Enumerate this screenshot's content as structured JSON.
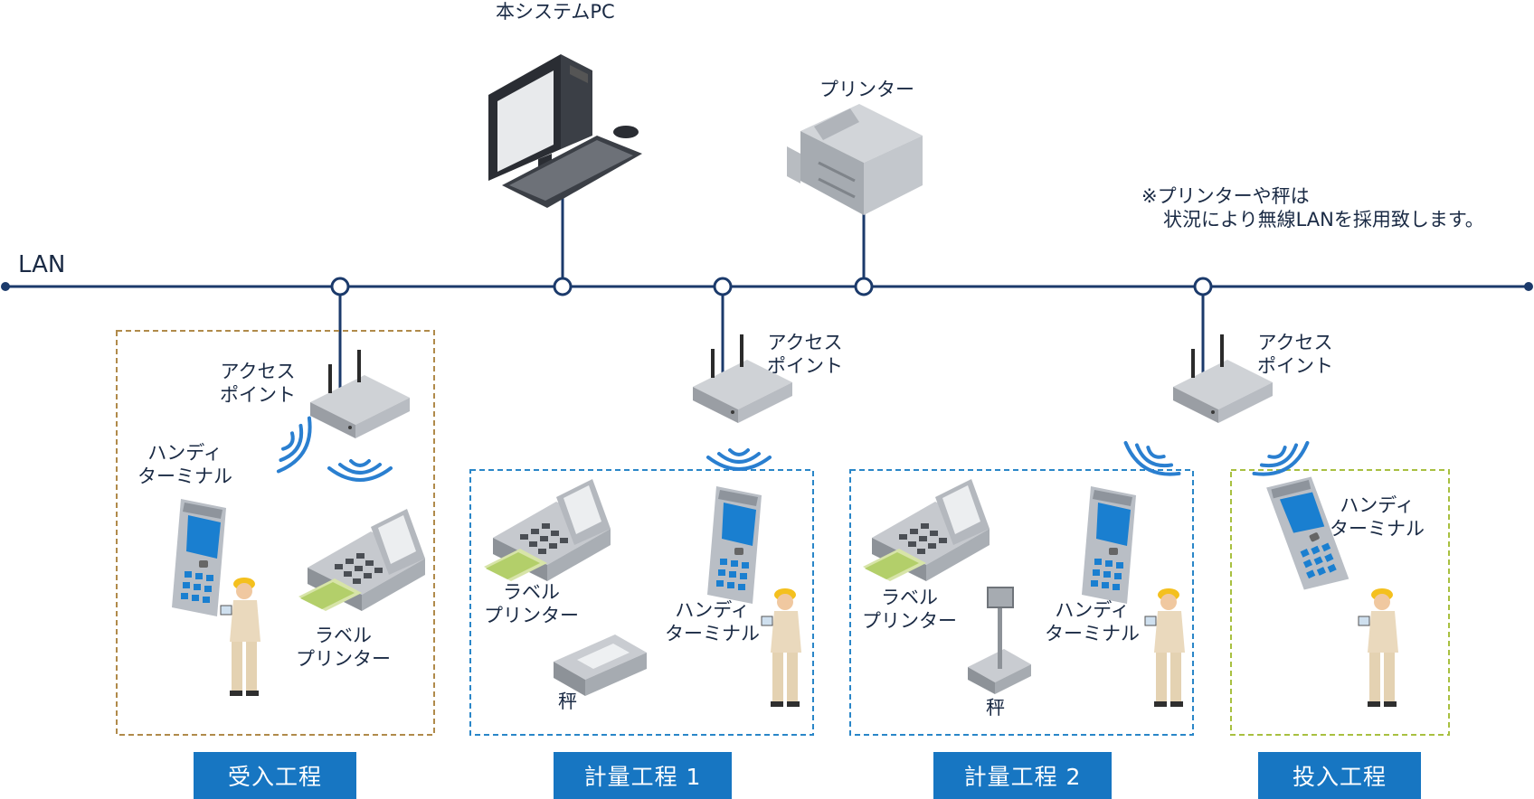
{
  "network": {
    "label": "LAN",
    "line_color": "#1b3a6b"
  },
  "pc": {
    "label": "本システムPC"
  },
  "printer": {
    "label": "プリンター"
  },
  "note": {
    "line1": "※プリンターや秤は",
    "line2": "状況により無線LANを採用致します。"
  },
  "devices": {
    "access_point": {
      "line1": "アクセス",
      "line2": "ポイント"
    },
    "handy": {
      "line1": "ハンディ",
      "line2": "ターミナル"
    },
    "label_printer": {
      "line1": "ラベル",
      "line2": "プリンター"
    },
    "scale": "秤"
  },
  "zones": [
    {
      "name": "受入工程",
      "border_color": "#b08a4a"
    },
    {
      "name": "計量工程 1",
      "border_color": "#2a86c8"
    },
    {
      "name": "計量工程 2",
      "border_color": "#2a86c8"
    },
    {
      "name": "投入工程",
      "border_color": "#a8c040"
    }
  ],
  "colors": {
    "stage_bg": "#1776c2",
    "wifi": "#2a7fd0"
  }
}
